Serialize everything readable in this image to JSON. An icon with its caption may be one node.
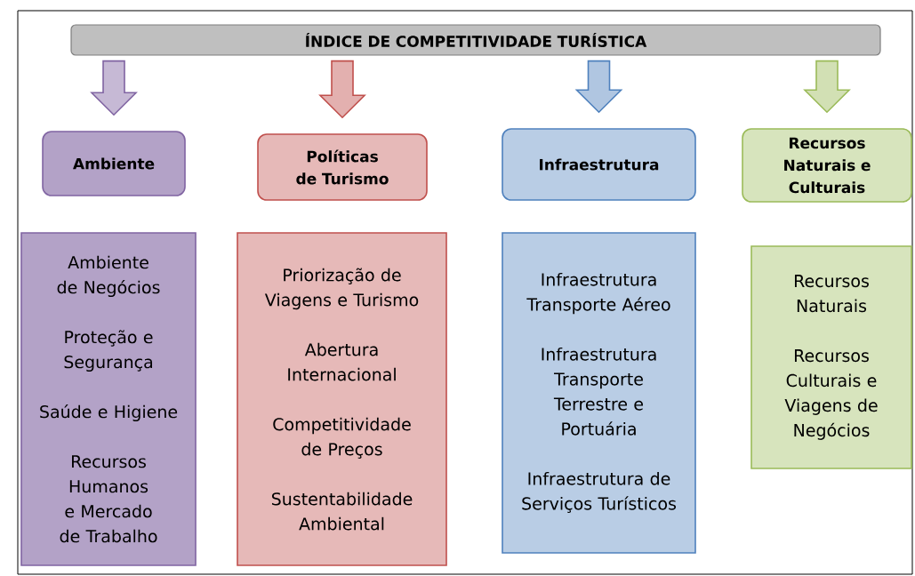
{
  "diagram": {
    "nodes": [
      {
        "text": [
          "ÍNDICE DE COMPETITIVIDADE TURÍSTICA"
        ]
      },
      {
        "text": [
          "Ambiente"
        ]
      },
      {
        "text": [
          "Políticas de Turismo"
        ]
      },
      {
        "text": [
          "Infraestrutura"
        ]
      },
      {
        "text": [
          "Recursos Naturais e Culturais"
        ]
      },
      {
        "text": [
          "Ambiente de Negócios",
          "Proteção e Segurança",
          "Saúde e Higiene",
          "Recursos Humanos e Mercado de Trabalho"
        ]
      },
      {
        "text": [
          "Priorização de Viagens e Turismo",
          "Abertura Internacional",
          "Competitividade de Preços",
          "Sustentabilidade Ambiental"
        ]
      },
      {
        "text": [
          "Infraestrutura Transporte Aéreo",
          "Infraestrutura Transporte Terrestre e Portuária",
          "Infraestrutura de Serviços Turísticos"
        ]
      },
      {
        "text": [
          "Recursos Naturais",
          "Recursos Culturais e Viagens de Negócios"
        ]
      }
    ],
    "edges": [
      {
        "from": 0,
        "to": 1,
        "arrow": "to",
        "color": "#8064a2"
      },
      {
        "from": 0,
        "to": 2,
        "arrow": "to",
        "color": "#c0504d"
      },
      {
        "from": 0,
        "to": 3,
        "arrow": "to",
        "color": "#4f81bd"
      },
      {
        "from": 0,
        "to": 4,
        "arrow": "to",
        "color": "#9bbb59"
      }
    ]
  }
}
